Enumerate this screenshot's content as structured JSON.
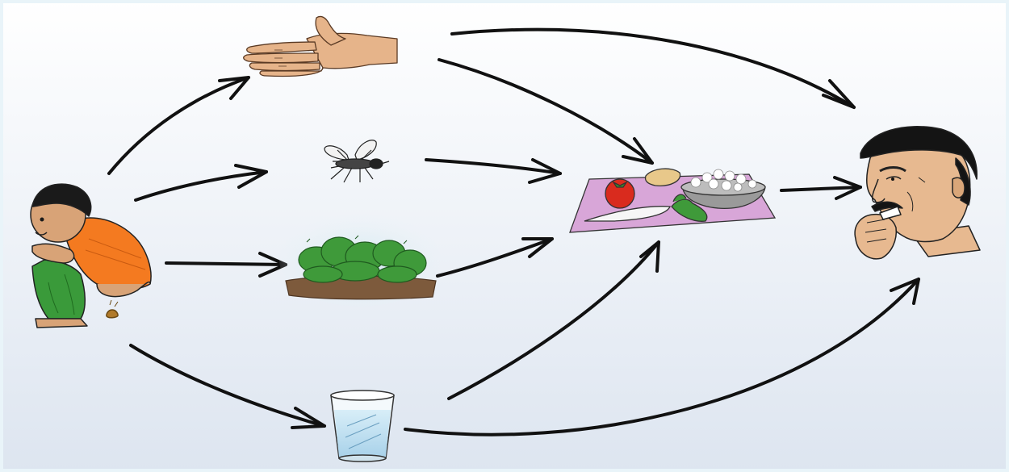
{
  "diagram": {
    "colors": {
      "background_top": "#ffffff",
      "background_bottom": "#dde5f0",
      "frame": "#e9f4f9",
      "arrow": "#111111",
      "child_shirt": "#f47a20",
      "child_pants": "#3a9a3a",
      "plate": "#d8a6d8",
      "tomato": "#d92b1e",
      "bush": "#3f9a3a",
      "ground": "#7d5a3c",
      "water": "#b9dcef"
    },
    "nodes": [
      {
        "id": "child",
        "icon": "child-defecating-icon"
      },
      {
        "id": "hand",
        "icon": "hand-icon"
      },
      {
        "id": "fly",
        "icon": "fly-icon"
      },
      {
        "id": "field",
        "icon": "bush-field-icon"
      },
      {
        "id": "water",
        "icon": "water-glass-icon"
      },
      {
        "id": "food",
        "icon": "food-plate-icon"
      },
      {
        "id": "man",
        "icon": "man-eating-icon"
      }
    ],
    "edges": [
      {
        "from": "child",
        "to": "hand"
      },
      {
        "from": "child",
        "to": "fly"
      },
      {
        "from": "child",
        "to": "field"
      },
      {
        "from": "child",
        "to": "water"
      },
      {
        "from": "hand",
        "to": "man"
      },
      {
        "from": "hand",
        "to": "food"
      },
      {
        "from": "fly",
        "to": "food"
      },
      {
        "from": "field",
        "to": "food"
      },
      {
        "from": "water",
        "to": "food"
      },
      {
        "from": "water",
        "to": "man"
      },
      {
        "from": "food",
        "to": "man"
      }
    ]
  }
}
